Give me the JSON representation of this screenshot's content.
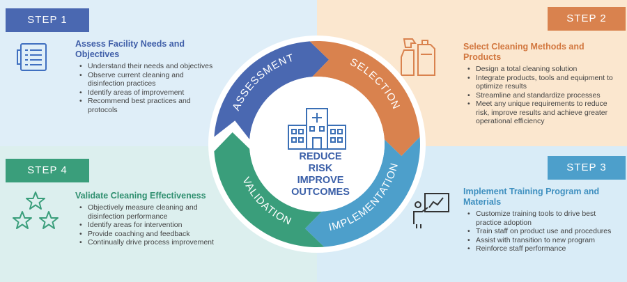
{
  "steps": [
    {
      "tab": "STEP 1",
      "title": "Assess Facility Needs and Objectives",
      "bullets": [
        "Understand their needs and objectives",
        "Observe current cleaning and disinfection practices",
        "Identify areas of improvement",
        "Recommend best practices and protocols"
      ]
    },
    {
      "tab": "STEP 2",
      "title": "Select Cleaning Methods and Products",
      "bullets": [
        "Design a total cleaning solution",
        "Integrate products, tools and equipment to optimize results",
        "Streamline and standardize processes",
        "Meet any unique requirements to reduce risk, improve results and achieve greater operational efficiency"
      ]
    },
    {
      "tab": "STEP 3",
      "title": "Implement Training Program and Materials",
      "bullets": [
        "Customize training tools to drive best practice adoption",
        "Train staff on product use and procedures",
        "Assist with transition to new program",
        "Reinforce staff performance"
      ]
    },
    {
      "tab": "STEP 4",
      "title": "Validate Cleaning Effectiveness",
      "bullets": [
        "Objectively measure cleaning and disinfection performance",
        "Identify areas for intervention",
        "Provide coaching and feedback",
        "Continually drive process improvement"
      ]
    }
  ],
  "wheel": {
    "segments": [
      {
        "label": "ASSESSMENT",
        "color": "#4a68b1"
      },
      {
        "label": "SELECTION",
        "color": "#d9824e"
      },
      {
        "label": "IMPLEMENTATION",
        "color": "#4d9fcb"
      },
      {
        "label": "VALIDATION",
        "color": "#3a9e7b"
      }
    ],
    "center_lines": [
      "REDUCE",
      "RISK",
      "IMPROVE",
      "OUTCOMES"
    ]
  },
  "icons": [
    "clipboard-icon",
    "spray-bottle-icon",
    "presentation-icon",
    "stars-icon",
    "hospital-icon"
  ]
}
